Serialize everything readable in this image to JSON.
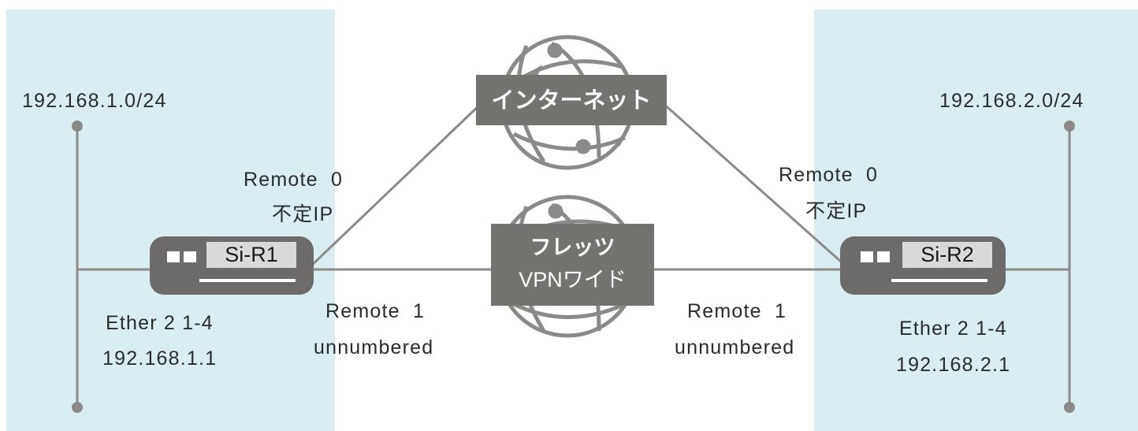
{
  "colors": {
    "lan_bg": "#daedf3",
    "line": "#8c8a88",
    "device": "#6d6b69",
    "cloud_label_bg": "#757370"
  },
  "left_site": {
    "network": "192.168.1.0/24",
    "router": "Si-R1",
    "ether": "Ether 2 1-4",
    "ether_ip": "192.168.1.1",
    "remote0": "Remote  0",
    "remote0_ip": "不定IP",
    "remote1": "Remote  1",
    "remote1_ip": "unnumbered"
  },
  "right_site": {
    "network": "192.168.2.0/24",
    "router": "Si-R2",
    "ether": "Ether 2 1-4",
    "ether_ip": "192.168.2.1",
    "remote0": "Remote  0",
    "remote0_ip": "不定IP",
    "remote1": "Remote  1",
    "remote1_ip": "unnumbered"
  },
  "clouds": {
    "internet": "インターネット",
    "vpn_line1": "フレッツ",
    "vpn_line2": "VPNワイド"
  }
}
